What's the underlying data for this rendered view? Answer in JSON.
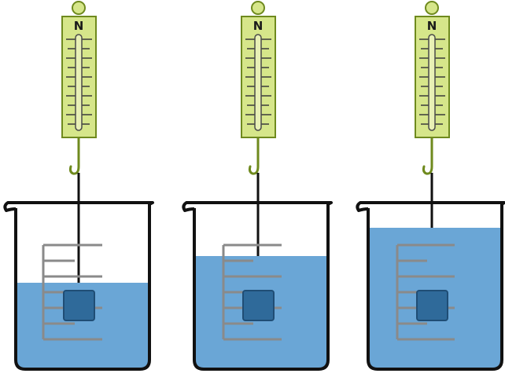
{
  "colors": {
    "meter_body": "#d6e68a",
    "meter_stroke": "#6f8a1e",
    "scale_lines": "#3a3a3a",
    "beaker_stroke": "#111111",
    "water": "#6aa6d6",
    "block": "#2f6a9a",
    "block_stroke": "#1f4d75",
    "ruler": "#8a8a8a",
    "string": "#111111"
  },
  "icons": [
    "ring-icon",
    "hook-icon"
  ],
  "setups": [
    {
      "meter_label": "N",
      "water_level": "low"
    },
    {
      "meter_label": "N",
      "water_level": "medium"
    },
    {
      "meter_label": "N",
      "water_level": "high"
    }
  ]
}
